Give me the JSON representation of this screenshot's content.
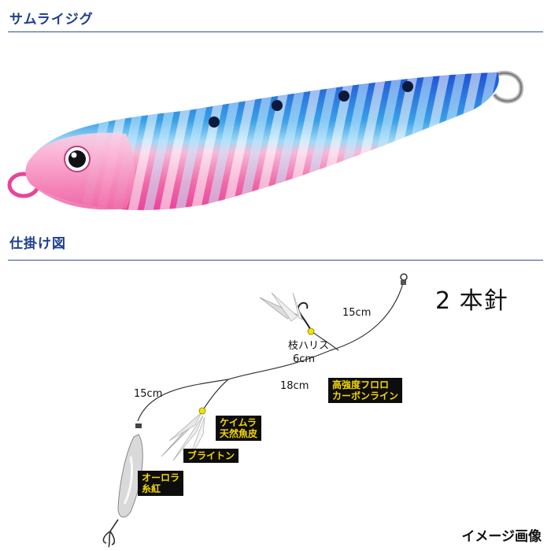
{
  "sections": {
    "product_title": "サムライジグ",
    "rig_title": "仕掛け図"
  },
  "diagram": {
    "hook_count": "2 本針",
    "len_top": "15cm",
    "branch_line": "枝ハリス",
    "branch_len": "6cm",
    "len_mid": "18cm",
    "len_left": "15cm",
    "callout_line": [
      "高強度フロロ",
      "カーボンライン"
    ],
    "callout_skin": [
      "ケイムラ",
      "天然魚皮"
    ],
    "callout_brighton": "ブライトン",
    "callout_aurora": [
      "オーロラ",
      "糸紅"
    ]
  },
  "footer": {
    "image_note": "イメージ画像"
  },
  "colors": {
    "title_blue": "#1d3f8f",
    "rule_blue": "#2e4f9e",
    "jig_blue": "#3aa0e8",
    "jig_pink": "#f06aa8",
    "callout_bg": "#0d0d0d",
    "callout_text": "#f5d800"
  },
  "icons": [
    "jig-lure-image",
    "swivel-icon",
    "hook-icon",
    "skirt-feather-icon",
    "bead-icon",
    "small-jig-icon",
    "treble-hook-icon"
  ]
}
